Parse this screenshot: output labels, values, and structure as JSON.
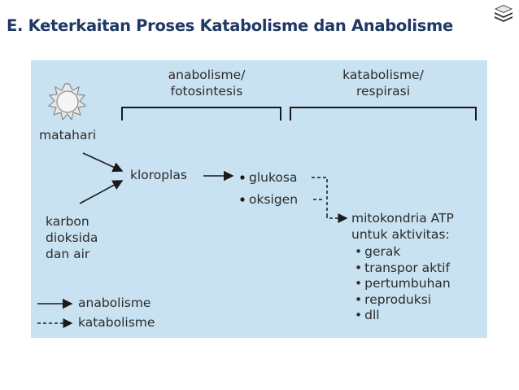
{
  "title": "E. Keterkaitan Proses Katabolisme dan Anabolisme",
  "logo_icon": "stacked-layers-icon",
  "diagram": {
    "brackets": {
      "anabolisme": [
        "anabolisme/",
        "fotosintesis"
      ],
      "katabolisme": [
        "katabolisme/",
        "respirasi"
      ]
    },
    "sun_icon": "sun-icon",
    "matahari": "matahari",
    "karbon": [
      "karbon",
      "dioksida",
      "dan air"
    ],
    "kloroplas": "kloroplas",
    "glukosa": "glukosa",
    "oksigen": "oksigen",
    "mitokondria": [
      "mitokondria ATP",
      "untuk aktivitas:"
    ],
    "aktivitas": [
      "gerak",
      "transpor aktif",
      "pertumbuhan",
      "reproduksi",
      "dll"
    ],
    "legend": {
      "solid": "anabolisme",
      "dashed": "katabolisme"
    },
    "colors": {
      "panel": "#c8e2f1",
      "title": "#1f3864",
      "text": "#2b2b2b",
      "sun": "#8a8a8a"
    }
  }
}
